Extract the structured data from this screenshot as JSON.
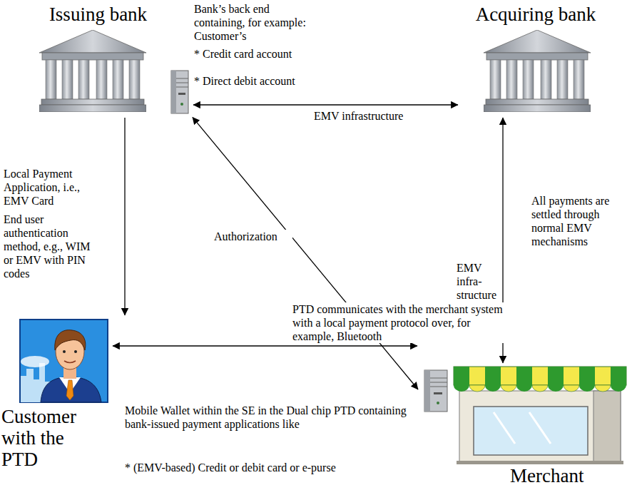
{
  "diagram": {
    "nodes": [
      {
        "text": [
          "Issuing bank"
        ]
      },
      {
        "text": [
          "Acquiring bank"
        ]
      },
      {
        "text": [
          "Customer with the PTD"
        ]
      },
      {
        "text": [
          "Merchant"
        ]
      }
    ],
    "edges": [
      {
        "from": 0,
        "to": 1,
        "arrow": "both",
        "label": "EMV infrastructure"
      },
      {
        "from": 0,
        "to": 2,
        "arrow": "to"
      },
      {
        "from": 3,
        "to": 0,
        "arrow": "both",
        "label": "Authorization"
      },
      {
        "from": 2,
        "to": 3,
        "arrow": "both",
        "label": "PTD communicates with the merchant system with a local payment protocol over, for example, Bluetooth"
      },
      {
        "from": 1,
        "to": 3,
        "arrow": "both",
        "label": "EMV infra- structure"
      }
    ],
    "labels": [
      "Bank’s back end containing, for example: Customer’s",
      "* Credit card account",
      "* Direct debit account",
      "Local Payment Application, i.e., EMV Card",
      "End user authentication method, e.g., WIM or EMV with PIN codes",
      "All payments are settled through normal EMV mechanisms",
      "Mobile Wallet within the SE in the Dual chip PTD containing bank-issued payment applications like",
      "* (EMV-based) Credit or debit card or e-purse"
    ]
  }
}
